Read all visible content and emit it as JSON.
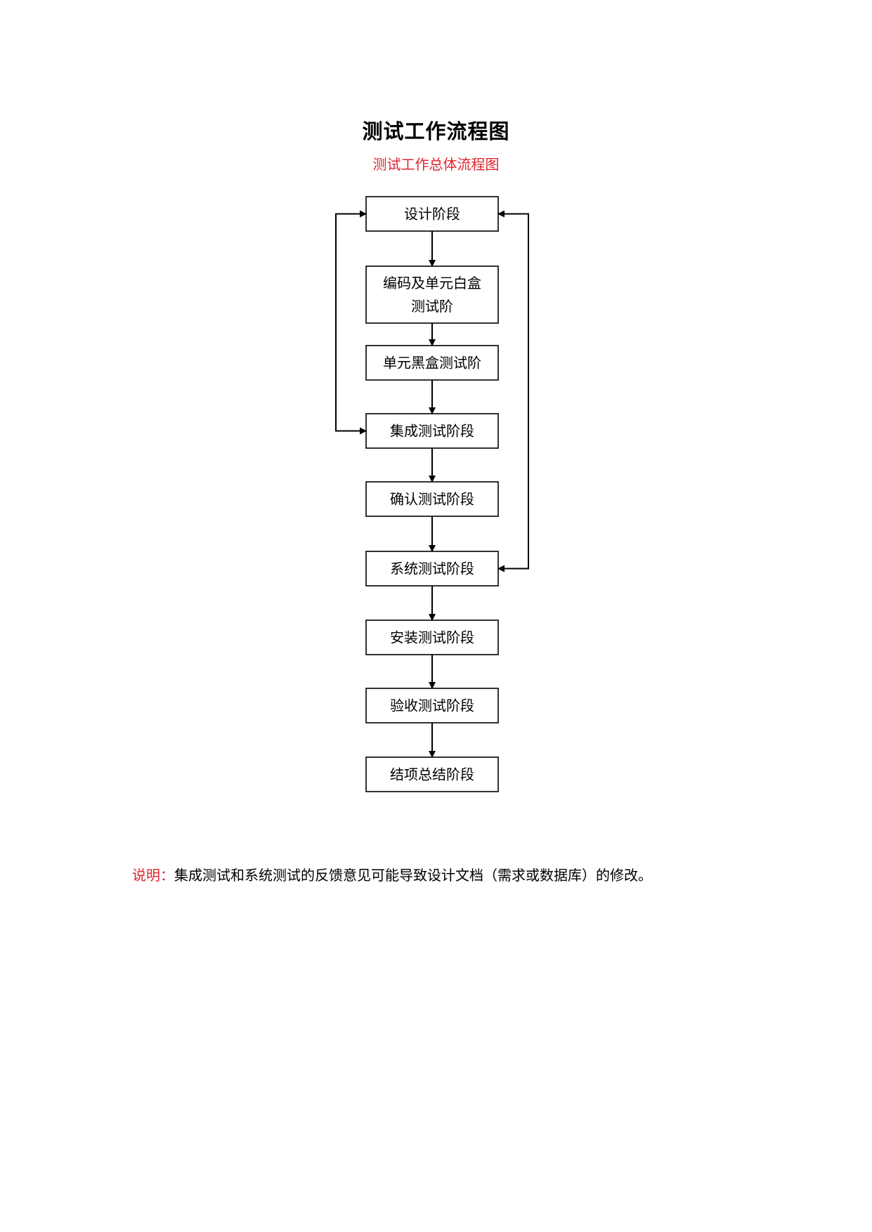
{
  "document": {
    "title": "测试工作流程图",
    "subtitle": "测试工作总体流程图",
    "accent_color": "#e0242d"
  },
  "flowchart": {
    "steps": [
      {
        "id": "design",
        "lines": [
          "设计阶段"
        ]
      },
      {
        "id": "coding-whitebox",
        "lines": [
          "编码及单元白盒",
          "测试阶"
        ]
      },
      {
        "id": "unit-blackbox",
        "lines": [
          "单元黑盒测试阶"
        ]
      },
      {
        "id": "integration",
        "lines": [
          "集成测试阶段"
        ]
      },
      {
        "id": "confirmation",
        "lines": [
          "确认测试阶段"
        ]
      },
      {
        "id": "system",
        "lines": [
          "系统测试阶段"
        ]
      },
      {
        "id": "installation",
        "lines": [
          "安装测试阶段"
        ]
      },
      {
        "id": "acceptance",
        "lines": [
          "验收测试阶段"
        ]
      },
      {
        "id": "closure",
        "lines": [
          "结项总结阶段"
        ]
      }
    ],
    "feedback_loops": [
      {
        "from": "integration",
        "to": "design",
        "side": "left"
      },
      {
        "from": "system",
        "to": "design",
        "side": "right"
      }
    ]
  },
  "note": {
    "label": "说明：",
    "text": "集成测试和系统测试的反馈意见可能导致设计文档（需求或数据库）的修改。"
  }
}
